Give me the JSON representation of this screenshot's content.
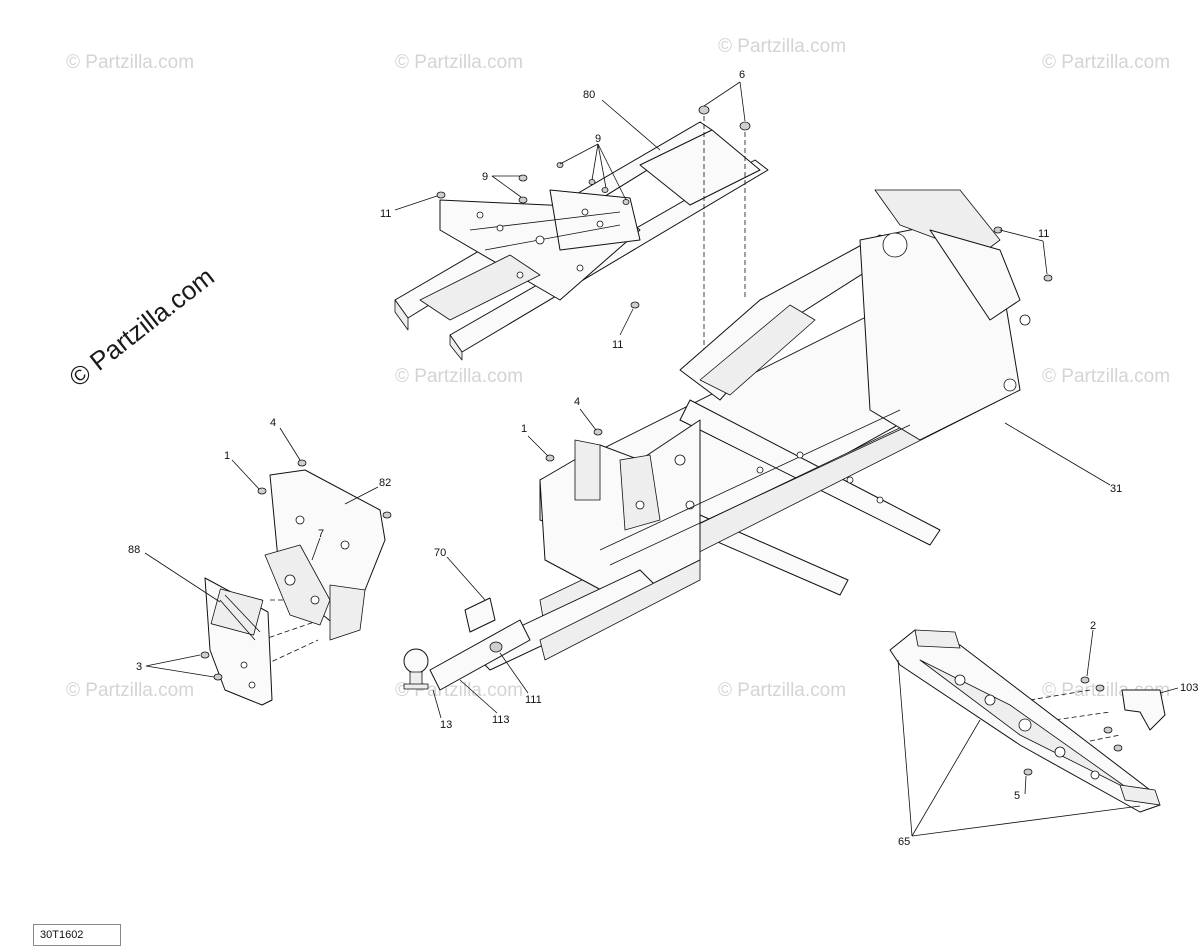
{
  "watermark": {
    "text": "© Partzilla.com"
  },
  "callouts": [
    {
      "id": "c80",
      "label": "80"
    },
    {
      "id": "c6",
      "label": "6"
    },
    {
      "id": "c9a",
      "label": "9"
    },
    {
      "id": "c9b",
      "label": "9"
    },
    {
      "id": "c11a",
      "label": "11"
    },
    {
      "id": "c11b",
      "label": "11"
    },
    {
      "id": "c11c",
      "label": "11"
    },
    {
      "id": "c4a",
      "label": "4"
    },
    {
      "id": "c1a",
      "label": "1"
    },
    {
      "id": "c82",
      "label": "82"
    },
    {
      "id": "c7",
      "label": "7"
    },
    {
      "id": "c88",
      "label": "88"
    },
    {
      "id": "c3",
      "label": "3"
    },
    {
      "id": "c4b",
      "label": "4"
    },
    {
      "id": "c1b",
      "label": "1"
    },
    {
      "id": "c31",
      "label": "31"
    },
    {
      "id": "c70",
      "label": "70"
    },
    {
      "id": "c111",
      "label": "111"
    },
    {
      "id": "c13",
      "label": "13"
    },
    {
      "id": "c113",
      "label": "113"
    },
    {
      "id": "c2",
      "label": "2"
    },
    {
      "id": "c103",
      "label": "103"
    },
    {
      "id": "c5",
      "label": "5"
    },
    {
      "id": "c65",
      "label": "65"
    }
  ],
  "diagram_code": "30T1602"
}
